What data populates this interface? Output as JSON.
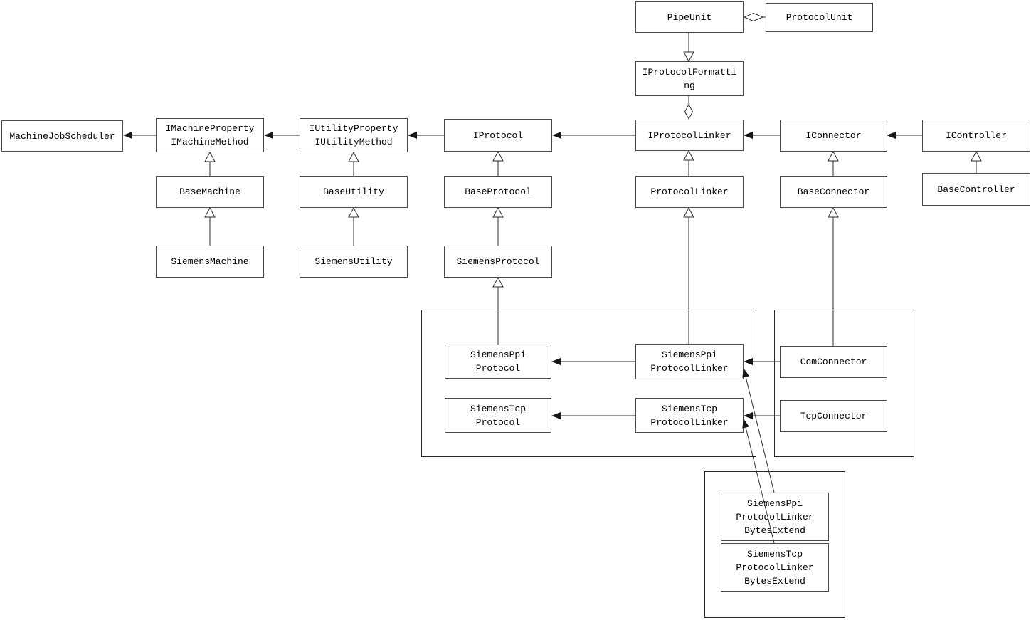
{
  "colors": {
    "background": "#ffffff",
    "line": "#2e2e2e",
    "box_border": "#4a4a4a",
    "group_border": "#262626",
    "text": "#000000"
  },
  "nodes": {
    "pipe_unit": {
      "label": "PipeUnit"
    },
    "protocol_unit": {
      "label": "ProtocolUnit"
    },
    "iprotocol_formatting": {
      "label": "IProtocolFormatti\nng"
    },
    "machine_job_scheduler": {
      "label": "MachineJobScheduler"
    },
    "imachine_interface": {
      "label": "IMachineProperty\nIMachineMethod"
    },
    "iutility_interface": {
      "label": "IUtilityProperty\nIUtilityMethod"
    },
    "iprotocol": {
      "label": "IProtocol"
    },
    "iprotocol_linker": {
      "label": "IProtocolLinker"
    },
    "iconnector": {
      "label": "IConnector"
    },
    "icontroller": {
      "label": "IController"
    },
    "base_machine": {
      "label": "BaseMachine"
    },
    "base_utility": {
      "label": "BaseUtility"
    },
    "base_protocol": {
      "label": "BaseProtocol"
    },
    "protocol_linker": {
      "label": "ProtocolLinker"
    },
    "base_connector": {
      "label": "BaseConnector"
    },
    "base_controller": {
      "label": "BaseController"
    },
    "siemens_machine": {
      "label": "SiemensMachine"
    },
    "siemens_utility": {
      "label": "SiemensUtility"
    },
    "siemens_protocol": {
      "label": "SiemensProtocol"
    },
    "siemens_ppi_protocol": {
      "label": "SiemensPpi\nProtocol"
    },
    "siemens_ppi_protocol_linker": {
      "label": "SiemensPpi\nProtocolLinker"
    },
    "siemens_tcp_protocol": {
      "label": "SiemensTcp\nProtocol"
    },
    "siemens_tcp_protocol_linker": {
      "label": "SiemensTcp\nProtocolLinker"
    },
    "com_connector": {
      "label": "ComConnector"
    },
    "tcp_connector": {
      "label": "TcpConnector"
    },
    "siemens_ppi_protocol_linker_bytes_extend": {
      "label": "SiemensPpi\nProtocolLinker\nBytesExtend"
    },
    "siemens_tcp_protocol_linker_bytes_extend": {
      "label": "SiemensTcp\nProtocolLinker\nBytesExtend"
    }
  },
  "edges": [
    {
      "from": "pipe_unit",
      "to": "protocol_unit",
      "type": "aggregation"
    },
    {
      "from": "pipe_unit",
      "to": "iprotocol_formatting",
      "type": "realization"
    },
    {
      "from": "iprotocol_formatting",
      "to": "iprotocol_linker",
      "type": "aggregation"
    },
    {
      "from": "imachine_interface",
      "to": "machine_job_scheduler",
      "type": "association"
    },
    {
      "from": "iutility_interface",
      "to": "imachine_interface",
      "type": "association"
    },
    {
      "from": "iprotocol",
      "to": "iutility_interface",
      "type": "association"
    },
    {
      "from": "iprotocol_linker",
      "to": "iprotocol",
      "type": "association"
    },
    {
      "from": "iconnector",
      "to": "iprotocol_linker",
      "type": "association"
    },
    {
      "from": "icontroller",
      "to": "iconnector",
      "type": "association"
    },
    {
      "from": "base_machine",
      "to": "imachine_interface",
      "type": "generalization"
    },
    {
      "from": "siemens_machine",
      "to": "base_machine",
      "type": "generalization"
    },
    {
      "from": "base_utility",
      "to": "iutility_interface",
      "type": "generalization"
    },
    {
      "from": "siemens_utility",
      "to": "base_utility",
      "type": "generalization"
    },
    {
      "from": "base_protocol",
      "to": "iprotocol",
      "type": "generalization"
    },
    {
      "from": "siemens_protocol",
      "to": "base_protocol",
      "type": "generalization"
    },
    {
      "from": "siemens_ppi_protocol",
      "to": "siemens_protocol",
      "type": "generalization"
    },
    {
      "from": "protocol_linker",
      "to": "iprotocol_linker",
      "type": "generalization"
    },
    {
      "from": "siemens_ppi_protocol_linker",
      "to": "protocol_linker",
      "type": "generalization"
    },
    {
      "from": "base_connector",
      "to": "iconnector",
      "type": "generalization"
    },
    {
      "from": "com_connector",
      "to": "base_connector",
      "type": "generalization"
    },
    {
      "from": "base_controller",
      "to": "icontroller",
      "type": "generalization"
    },
    {
      "from": "siemens_ppi_protocol_linker",
      "to": "siemens_ppi_protocol",
      "type": "association"
    },
    {
      "from": "siemens_tcp_protocol_linker",
      "to": "siemens_tcp_protocol",
      "type": "association"
    },
    {
      "from": "com_connector",
      "to": "siemens_ppi_protocol_linker",
      "type": "association"
    },
    {
      "from": "tcp_connector",
      "to": "siemens_tcp_protocol_linker",
      "type": "association"
    },
    {
      "from": "siemens_ppi_protocol_linker_bytes_extend",
      "to": "siemens_ppi_protocol_linker",
      "type": "association"
    },
    {
      "from": "siemens_tcp_protocol_linker_bytes_extend",
      "to": "siemens_tcp_protocol_linker",
      "type": "association"
    }
  ]
}
